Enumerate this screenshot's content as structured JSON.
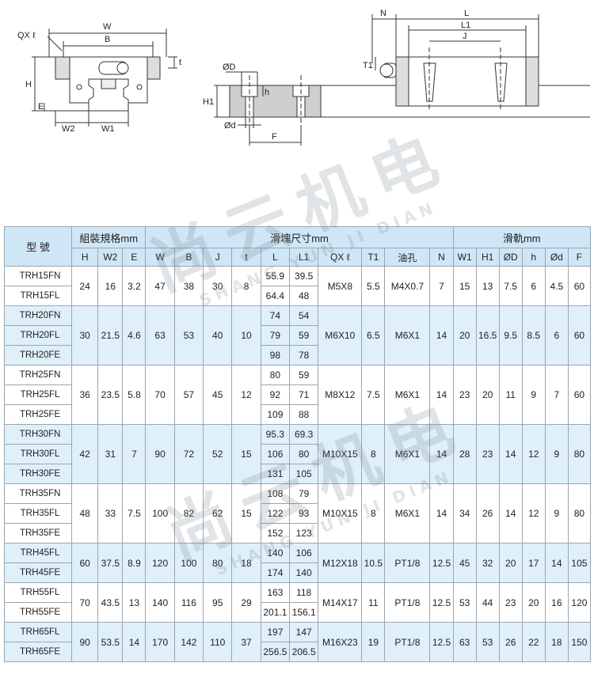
{
  "drawing_labels": {
    "qx": "QX ℓ",
    "w": "W",
    "b": "B",
    "h": "H",
    "e": "E",
    "t": "t",
    "w2": "W2",
    "w1": "W1",
    "od_top": "ØD",
    "h_small": "h",
    "h1": "H1",
    "od_small": "Ød",
    "f": "F",
    "n": "N",
    "l": "L",
    "l1": "L1",
    "j": "J",
    "t1": "T1"
  },
  "watermark": {
    "chinese": "尚云机电",
    "latin": "SHANG YUN JI DIAN"
  },
  "table": {
    "model_header": "型 號",
    "group_assembly": "組裝規格mm",
    "group_block": "滑塊尺寸mm",
    "group_rail": "滑軌mm",
    "sub_headers": [
      "H",
      "W2",
      "E",
      "W",
      "B",
      "J",
      "t",
      "L",
      "L1",
      "QX ℓ",
      "T1",
      "油孔",
      "N",
      "W1",
      "H1",
      "ØD",
      "h",
      "Ød",
      "F"
    ],
    "groups": [
      {
        "band": false,
        "models": [
          "TRH15FN",
          "TRH15FL"
        ],
        "L": [
          "55.9",
          "64.4"
        ],
        "L1": [
          "39.5",
          "48"
        ],
        "H": "24",
        "W2": "16",
        "E": "3.2",
        "W": "47",
        "B": "38",
        "J": "30",
        "t": "8",
        "QX": "M5X8",
        "T1": "5.5",
        "oil": "M4X0.7",
        "N": "7",
        "W1": "15",
        "H1": "13",
        "OD": "7.5",
        "h": "6",
        "Od": "4.5",
        "F": "60"
      },
      {
        "band": true,
        "models": [
          "TRH20FN",
          "TRH20FL",
          "TRH20FE"
        ],
        "L": [
          "74",
          "79",
          "98"
        ],
        "L1": [
          "54",
          "59",
          "78"
        ],
        "H": "30",
        "W2": "21.5",
        "E": "4.6",
        "W": "63",
        "B": "53",
        "J": "40",
        "t": "10",
        "QX": "M6X10",
        "T1": "6.5",
        "oil": "M6X1",
        "N": "14",
        "W1": "20",
        "H1": "16.5",
        "OD": "9.5",
        "h": "8.5",
        "Od": "6",
        "F": "60"
      },
      {
        "band": false,
        "models": [
          "TRH25FN",
          "TRH25FL",
          "TRH25FE"
        ],
        "L": [
          "80",
          "92",
          "109"
        ],
        "L1": [
          "59",
          "71",
          "88"
        ],
        "H": "36",
        "W2": "23.5",
        "E": "5.8",
        "W": "70",
        "B": "57",
        "J": "45",
        "t": "12",
        "QX": "M8X12",
        "T1": "7.5",
        "oil": "M6X1",
        "N": "14",
        "W1": "23",
        "H1": "20",
        "OD": "11",
        "h": "9",
        "Od": "7",
        "F": "60"
      },
      {
        "band": true,
        "models": [
          "TRH30FN",
          "TRH30FL",
          "TRH30FE"
        ],
        "L": [
          "95.3",
          "106",
          "131"
        ],
        "L1": [
          "69.3",
          "80",
          "105"
        ],
        "H": "42",
        "W2": "31",
        "E": "7",
        "W": "90",
        "B": "72",
        "J": "52",
        "t": "15",
        "QX": "M10X15",
        "T1": "8",
        "oil": "M6X1",
        "N": "14",
        "W1": "28",
        "H1": "23",
        "OD": "14",
        "h": "12",
        "Od": "9",
        "F": "80"
      },
      {
        "band": false,
        "models": [
          "TRH35FN",
          "TRH35FL",
          "TRH35FE"
        ],
        "L": [
          "108",
          "122",
          "152"
        ],
        "L1": [
          "79",
          "93",
          "123"
        ],
        "H": "48",
        "W2": "33",
        "E": "7.5",
        "W": "100",
        "B": "82",
        "J": "62",
        "t": "15",
        "QX": "M10X15",
        "T1": "8",
        "oil": "M6X1",
        "N": "14",
        "W1": "34",
        "H1": "26",
        "OD": "14",
        "h": "12",
        "Od": "9",
        "F": "80"
      },
      {
        "band": true,
        "models": [
          "TRH45FL",
          "TRH45FE"
        ],
        "L": [
          "140",
          "174"
        ],
        "L1": [
          "106",
          "140"
        ],
        "H": "60",
        "W2": "37.5",
        "E": "8.9",
        "W": "120",
        "B": "100",
        "J": "80",
        "t": "18",
        "QX": "M12X18",
        "T1": "10.5",
        "oil": "PT1/8",
        "N": "12.5",
        "W1": "45",
        "H1": "32",
        "OD": "20",
        "h": "17",
        "Od": "14",
        "F": "105"
      },
      {
        "band": false,
        "models": [
          "TRH55FL",
          "TRH55FE"
        ],
        "L": [
          "163",
          "201.1"
        ],
        "L1": [
          "118",
          "156.1"
        ],
        "H": "70",
        "W2": "43.5",
        "E": "13",
        "W": "140",
        "B": "116",
        "J": "95",
        "t": "29",
        "QX": "M14X17",
        "T1": "11",
        "oil": "PT1/8",
        "N": "12.5",
        "W1": "53",
        "H1": "44",
        "OD": "23",
        "h": "20",
        "Od": "16",
        "F": "120"
      },
      {
        "band": true,
        "models": [
          "TRH65FL",
          "TRH65FE"
        ],
        "L": [
          "197",
          "256.5"
        ],
        "L1": [
          "147",
          "206.5"
        ],
        "H": "90",
        "W2": "53.5",
        "E": "14",
        "W": "170",
        "B": "142",
        "J": "110",
        "t": "37",
        "QX": "M16X23",
        "T1": "19",
        "oil": "PT1/8",
        "N": "12.5",
        "W1": "63",
        "H1": "53",
        "OD": "26",
        "h": "22",
        "Od": "18",
        "F": "150"
      }
    ]
  }
}
